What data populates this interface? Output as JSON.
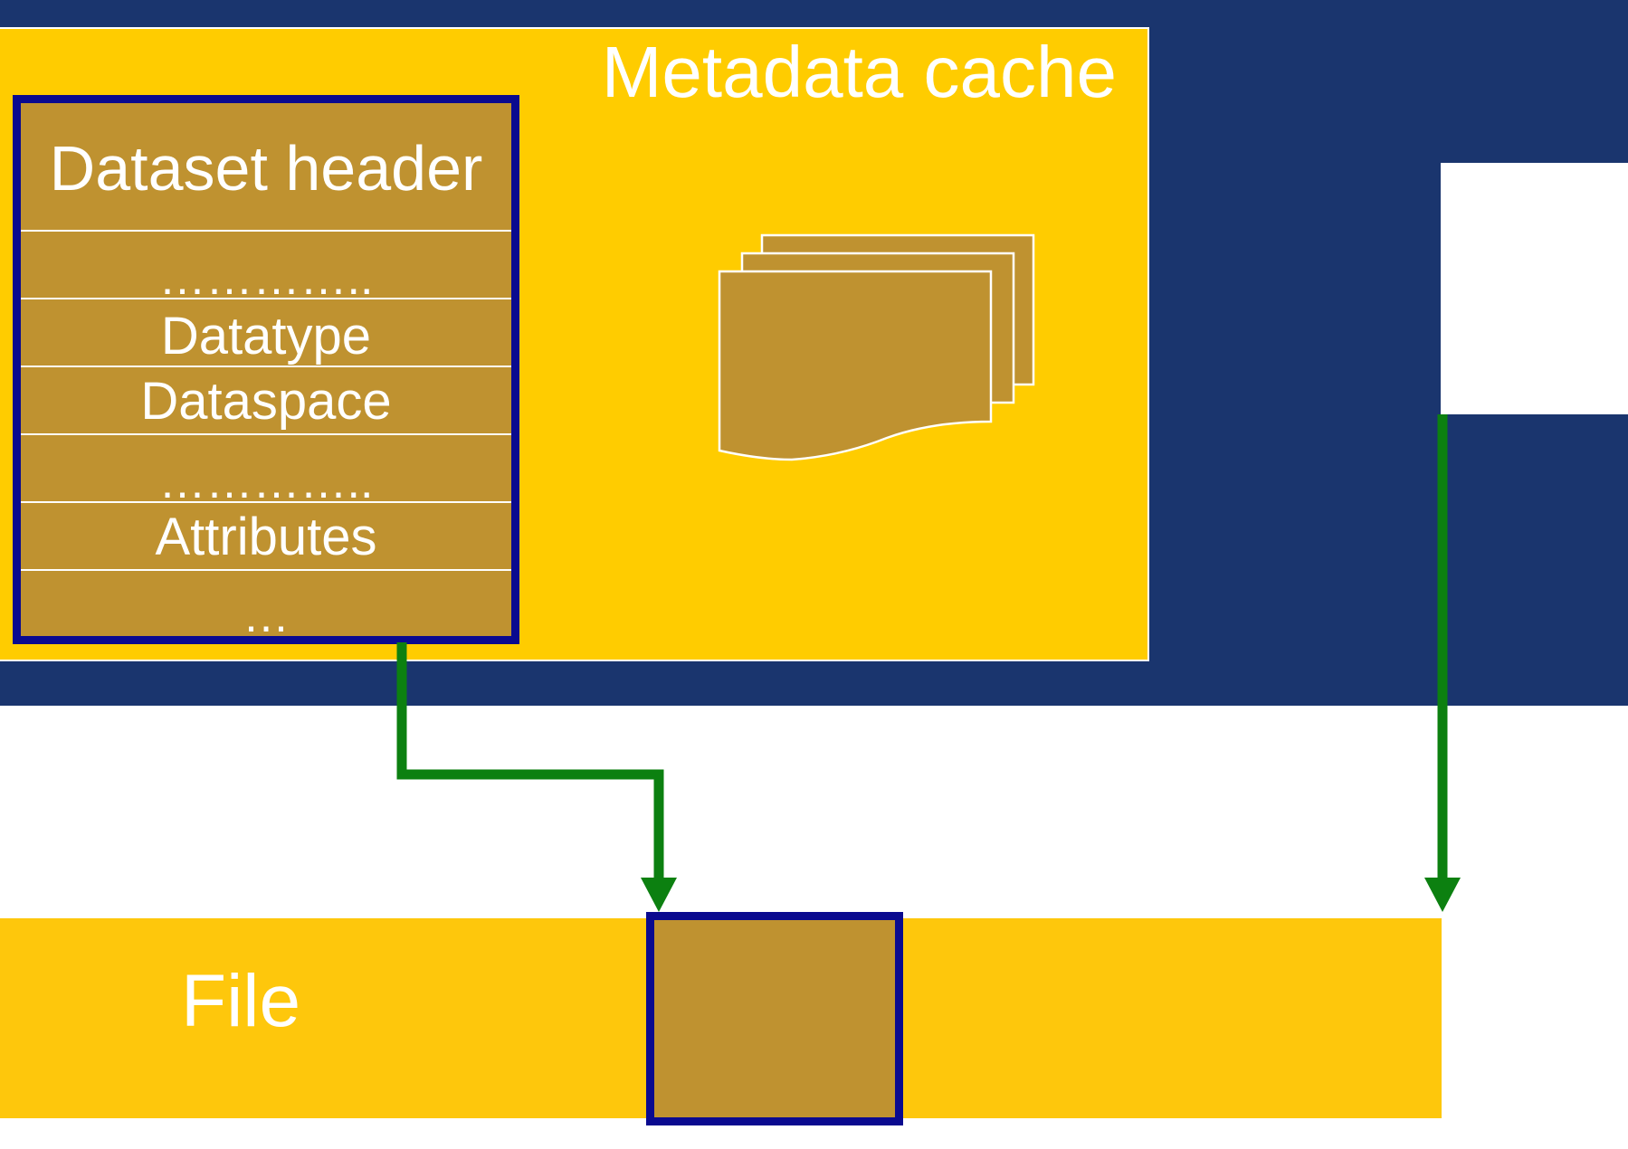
{
  "diagram": {
    "metadata_cache": {
      "title": "Metadata cache"
    },
    "dataset_header": {
      "rows": [
        {
          "label": "Dataset header"
        },
        {
          "label": "………….."
        },
        {
          "label": "Datatype"
        },
        {
          "label": "Dataspace"
        },
        {
          "label": "………….."
        },
        {
          "label": "Attributes"
        },
        {
          "label": "…"
        }
      ]
    },
    "file": {
      "label": "File"
    },
    "icons": [
      "stacked-pages-icon"
    ],
    "colors": {
      "background_band": "#1a356e",
      "cache_fill": "#ffcc00",
      "header_fill": "#bf9230",
      "header_border": "#0a0a8f",
      "file_fill": "#fec70c",
      "arrow": "#0c8010",
      "text": "#ffffff"
    }
  }
}
